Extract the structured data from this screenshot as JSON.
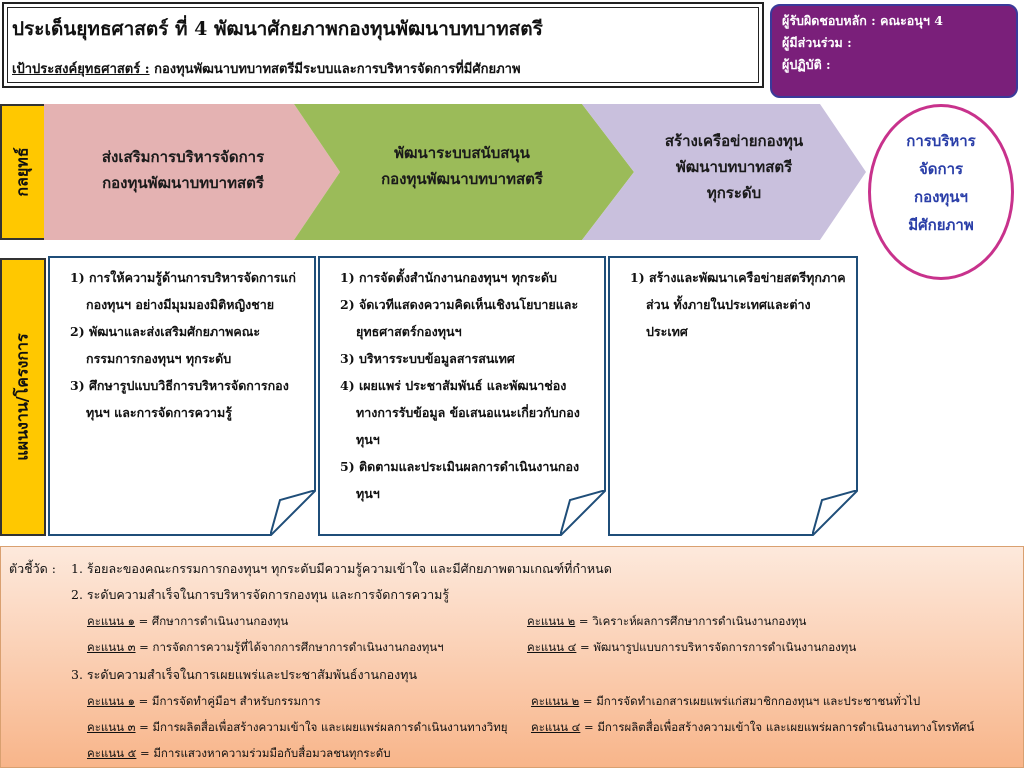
{
  "header": {
    "title": "ประเด็นยุทธศาสตร์ ที่ 4  พัฒนาศักยภาพกองทุนพัฒนาบทบาทสตรี",
    "goal_label": "เป้าประสงค์ยุทธศาสตร์ :",
    "goal_text": " กองทุนพัฒนาบทบาทสตรีมีระบบและการบริหารจัดการที่มีศักยภาพ"
  },
  "responsible": {
    "main": "ผู้รับผิดชอบหลัก : คณะอนุฯ 4",
    "participants": "ผู้มีส่วนร่วม :",
    "operators": "ผู้ปฏิบัติ :"
  },
  "side_labels": {
    "strategy": "กลยุทธ์",
    "plans": "แผนงาน/โครงการ"
  },
  "colors": {
    "arrow1": "#e4b2b2",
    "arrow2": "#9bbb59",
    "arrow3": "#c9c0dd",
    "side": "#ffc800",
    "responsible": "#7a1f7a",
    "oval_border": "#c8328c",
    "oval_text": "#2a3ea8"
  },
  "strategies": [
    {
      "line1": "ส่งเสริมการบริหารจัดการ",
      "line2": "กองทุนพัฒนาบทบาทสตรี",
      "line3": ""
    },
    {
      "line1": "พัฒนาระบบสนับสนุน",
      "line2": "กองทุนพัฒนาบทบาทสตรี",
      "line3": ""
    },
    {
      "line1": "สร้างเครือข่ายกองทุน",
      "line2": "พัฒนาบทบาทสตรี",
      "line3": "ทุกระดับ"
    }
  ],
  "outcome": {
    "line1": "การบริหาร",
    "line2": "จัดการ",
    "line3": "กองทุนฯ",
    "line4": "มีศักยภาพ"
  },
  "plans": [
    {
      "items": [
        "1) การให้ความรู้ด้านการบริหารจัดการแก่กองทุนฯ อย่างมีมุมมองมิติหญิงชาย",
        "2) พัฒนาและส่งเสริมศักยภาพคณะกรรมการกองทุนฯ ทุกระดับ",
        "3) ศึกษารูปแบบวิธีการบริหารจัดการกองทุนฯ และการจัดการความรู้"
      ]
    },
    {
      "items": [
        "1) การจัดตั้งสำนักงานกองทุนฯ ทุกระดับ",
        "2) จัดเวทีแสดงความคิดเห็นเชิงนโยบายและยุทธศาสตร์กองทุนฯ",
        "3) บริหารระบบข้อมูลสารสนเทศ",
        "4) เผยแพร่ ประชาสัมพันธ์ และพัฒนาช่องทางการรับข้อมูล ข้อเสนอแนะเกี่ยวกับกองทุนฯ",
        "5) ติดตามและประเมินผลการดำเนินงานกองทุนฯ"
      ]
    },
    {
      "items": [
        "1) สร้างและพัฒนาเครือข่ายสตรีทุกภาคส่วน ทั้งภายในประเทศและต่างประเทศ"
      ]
    }
  ],
  "indicators": {
    "label": "ตัวชี้วัด :",
    "i1": "1. ร้อยละของคณะกรรมการกองทุนฯ ทุกระดับมีความรู้ความเข้าใจ และมีศักยภาพตามเกณฑ์ที่กำหนด",
    "i2": "2. ระดับความสำเร็จในการบริหารจัดการกองทุน และการจัดการความรู้",
    "i2_scores": [
      {
        "label": "คะแนน ๑",
        "text": " = ศึกษาการดำเนินงานกองทุน"
      },
      {
        "label": "คะแนน ๒",
        "text": " = วิเคราะห์ผลการศึกษาการดำเนินงานกองทุน"
      },
      {
        "label": "คะแนน ๓",
        "text": " = การจัดการความรู้ที่ได้จากการศึกษาการดำเนินงานกองทุนฯ"
      },
      {
        "label": "คะแนน ๔",
        "text": " = พัฒนารูปแบบการบริหารจัดการการดำเนินงานกองทุน"
      }
    ],
    "i3": "3. ระดับความสำเร็จในการเผยแพร่และประชาสัมพันธ์งานกองทุน",
    "i3_scores": [
      {
        "label": "คะแนน ๑",
        "text": " = มีการจัดทำคู่มือฯ สำหรับกรรมการ"
      },
      {
        "label": "คะแนน ๒",
        "text": " = มีการจัดทำเอกสารเผยแพร่แก่สมาชิกกองทุนฯ และประชาชนทั่วไป"
      },
      {
        "label": "คะแนน ๓",
        "text": " = มีการผลิตสื่อเพื่อสร้างความเข้าใจ และเผยแพร่ผลการดำเนินงานทางวิทยุ"
      },
      {
        "label": "คะแนน ๔",
        "text": " = มีการผลิตสื่อเพื่อสร้างความเข้าใจ และเผยแพร่ผลการดำเนินงานทางโทรทัศน์"
      },
      {
        "label": "คะแนน ๕",
        "text": " = มีการแสวงหาความร่วมมือกับสื่อมวลชนทุกระดับ"
      }
    ]
  }
}
